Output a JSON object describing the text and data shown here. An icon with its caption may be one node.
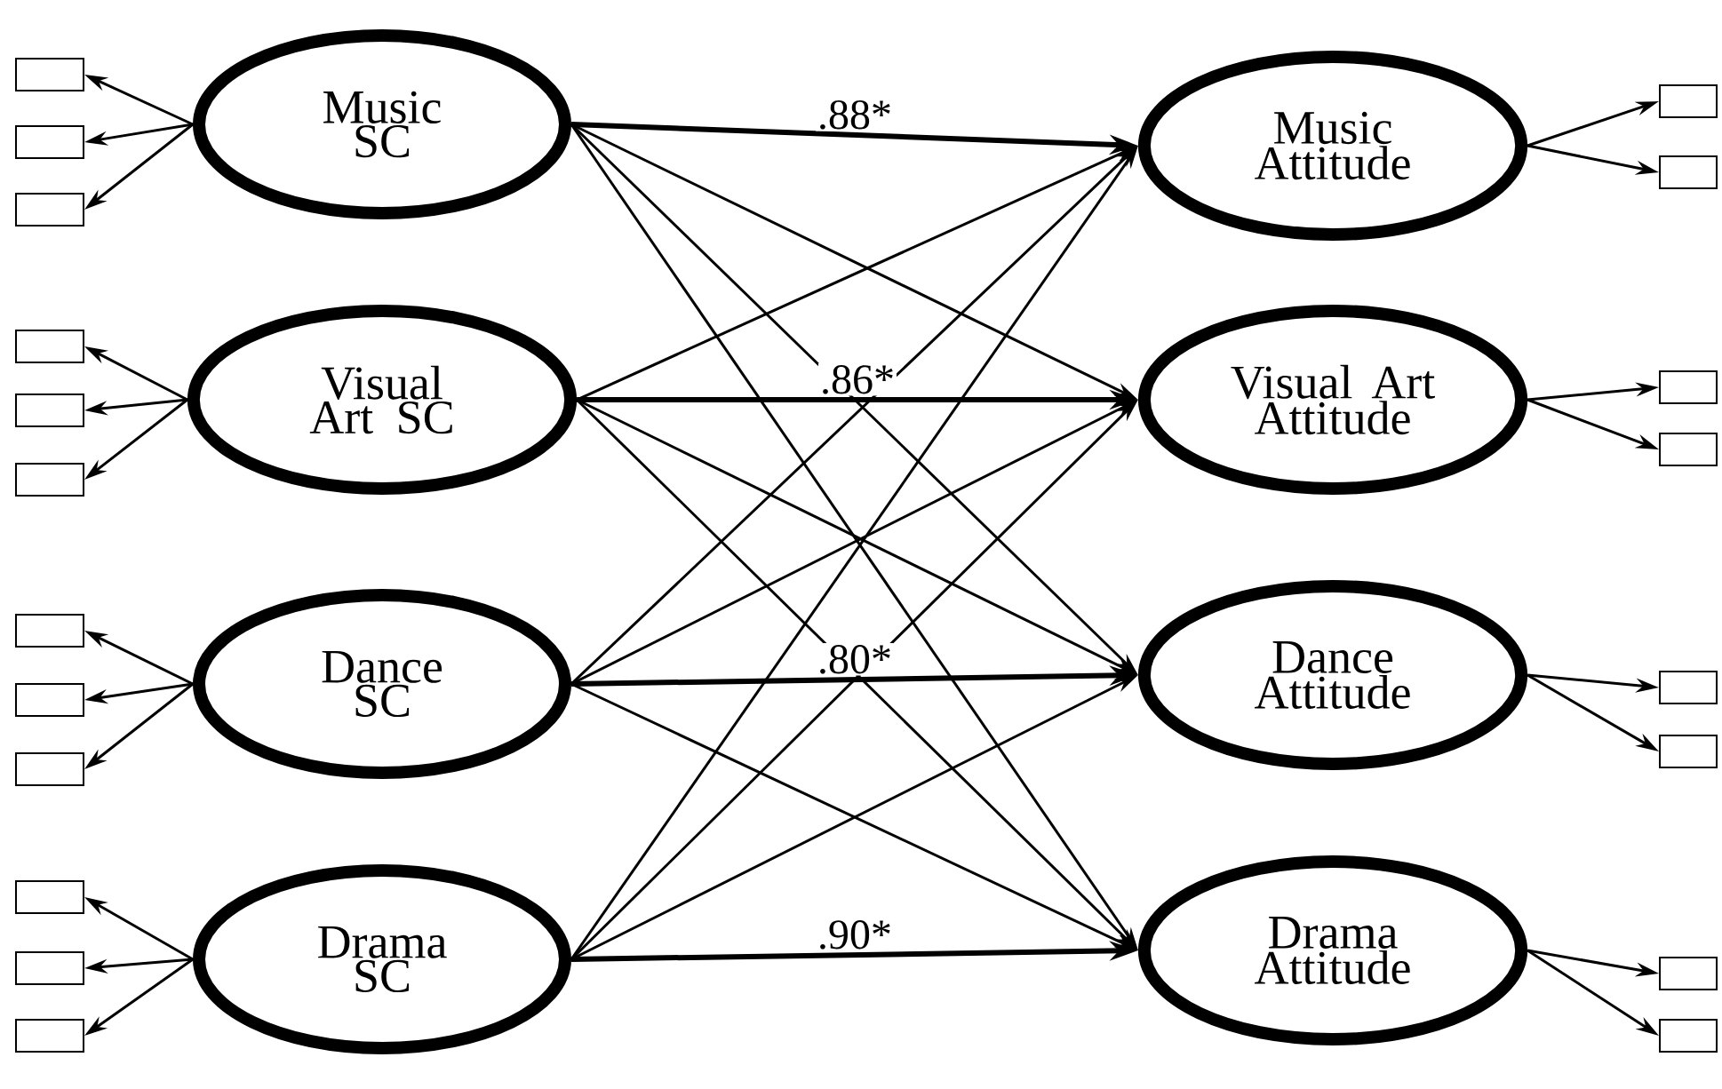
{
  "diagram": {
    "nodes": [
      {
        "text": [
          "Music SC"
        ]
      },
      {
        "text": [
          "Visual Art SC"
        ]
      },
      {
        "text": [
          "Dance SC"
        ]
      },
      {
        "text": [
          "Drama SC"
        ]
      },
      {
        "text": [
          "Music Attitude"
        ]
      },
      {
        "text": [
          "Visual Art Attitude"
        ]
      },
      {
        "text": [
          "Dance Attitude"
        ]
      },
      {
        "text": [
          "Drama Attitude"
        ]
      },
      {
        "text": [],
        "shape": "box"
      },
      {
        "text": [],
        "shape": "box"
      },
      {
        "text": [],
        "shape": "box"
      },
      {
        "text": [],
        "shape": "box"
      },
      {
        "text": [],
        "shape": "box"
      },
      {
        "text": [],
        "shape": "box"
      },
      {
        "text": [],
        "shape": "box"
      },
      {
        "text": [],
        "shape": "box"
      },
      {
        "text": [],
        "shape": "box"
      },
      {
        "text": [],
        "shape": "box"
      },
      {
        "text": [],
        "shape": "box"
      },
      {
        "text": [],
        "shape": "box"
      },
      {
        "text": [],
        "shape": "box"
      },
      {
        "text": [],
        "shape": "box"
      },
      {
        "text": [],
        "shape": "box"
      },
      {
        "text": [],
        "shape": "box"
      },
      {
        "text": [],
        "shape": "box"
      },
      {
        "text": [],
        "shape": "box"
      },
      {
        "text": [],
        "shape": "box"
      },
      {
        "text": [],
        "shape": "box"
      }
    ],
    "edges": [
      {
        "from": 0,
        "to": 4,
        "arrow": "to",
        "label": ".88*",
        "style": "thick"
      },
      {
        "from": 0,
        "to": 5,
        "arrow": "to"
      },
      {
        "from": 0,
        "to": 6,
        "arrow": "to"
      },
      {
        "from": 0,
        "to": 7,
        "arrow": "to"
      },
      {
        "from": 1,
        "to": 4,
        "arrow": "to"
      },
      {
        "from": 1,
        "to": 5,
        "arrow": "to",
        "label": ".86*",
        "style": "thick"
      },
      {
        "from": 1,
        "to": 6,
        "arrow": "to"
      },
      {
        "from": 1,
        "to": 7,
        "arrow": "to"
      },
      {
        "from": 2,
        "to": 4,
        "arrow": "to"
      },
      {
        "from": 2,
        "to": 5,
        "arrow": "to"
      },
      {
        "from": 2,
        "to": 6,
        "arrow": "to",
        "label": ".80*",
        "style": "thick"
      },
      {
        "from": 2,
        "to": 7,
        "arrow": "to"
      },
      {
        "from": 3,
        "to": 4,
        "arrow": "to"
      },
      {
        "from": 3,
        "to": 5,
        "arrow": "to"
      },
      {
        "from": 3,
        "to": 6,
        "arrow": "to"
      },
      {
        "from": 3,
        "to": 7,
        "arrow": "to",
        "label": ".90*",
        "style": "thick"
      },
      {
        "from": 0,
        "to": 8,
        "arrow": "to"
      },
      {
        "from": 0,
        "to": 9,
        "arrow": "to"
      },
      {
        "from": 0,
        "to": 10,
        "arrow": "to"
      },
      {
        "from": 1,
        "to": 11,
        "arrow": "to"
      },
      {
        "from": 1,
        "to": 12,
        "arrow": "to"
      },
      {
        "from": 1,
        "to": 13,
        "arrow": "to"
      },
      {
        "from": 2,
        "to": 14,
        "arrow": "to"
      },
      {
        "from": 2,
        "to": 15,
        "arrow": "to"
      },
      {
        "from": 2,
        "to": 16,
        "arrow": "to"
      },
      {
        "from": 3,
        "to": 17,
        "arrow": "to"
      },
      {
        "from": 3,
        "to": 18,
        "arrow": "to"
      },
      {
        "from": 3,
        "to": 19,
        "arrow": "to"
      },
      {
        "from": 4,
        "to": 20,
        "arrow": "to"
      },
      {
        "from": 4,
        "to": 21,
        "arrow": "to"
      },
      {
        "from": 5,
        "to": 22,
        "arrow": "to"
      },
      {
        "from": 5,
        "to": 23,
        "arrow": "to"
      },
      {
        "from": 6,
        "to": 24,
        "arrow": "to"
      },
      {
        "from": 6,
        "to": 25,
        "arrow": "to"
      },
      {
        "from": 7,
        "to": 26,
        "arrow": "to"
      },
      {
        "from": 7,
        "to": 27,
        "arrow": "to"
      }
    ]
  }
}
